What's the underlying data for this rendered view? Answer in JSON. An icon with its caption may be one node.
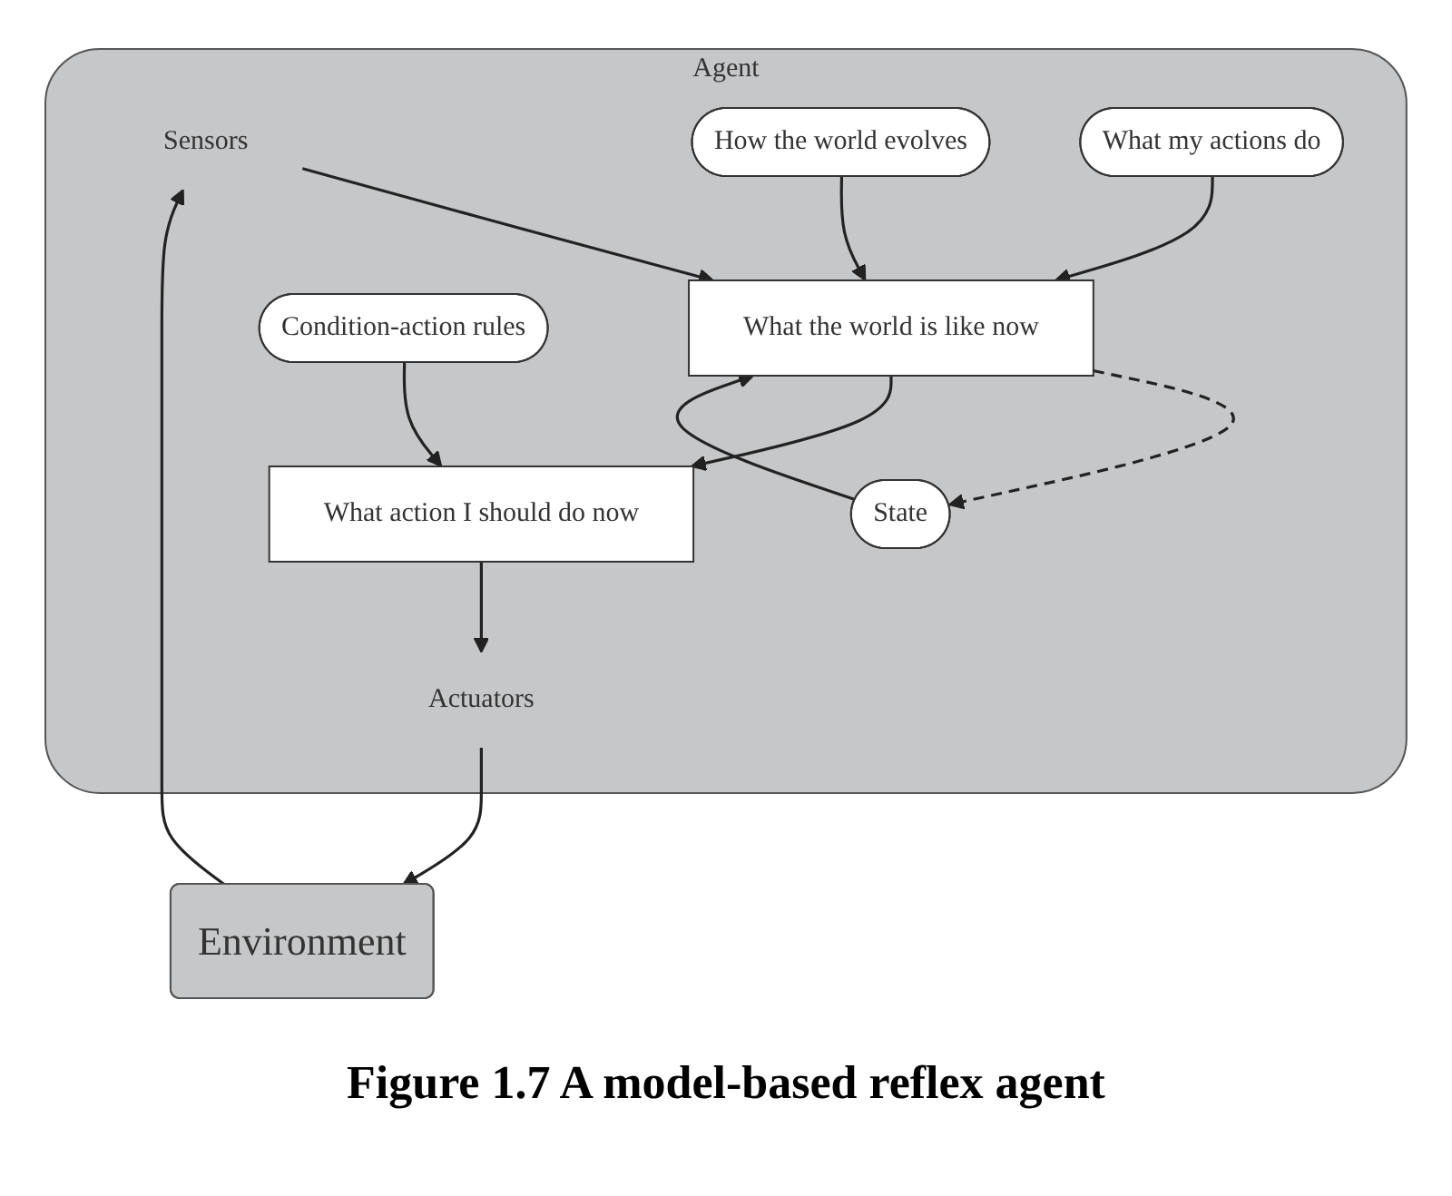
{
  "diagram": {
    "caption": "Figure 1.7 A model-based reflex agent",
    "nodes": [
      {
        "text": [
          "Agent"
        ]
      },
      {
        "text": [
          "Sensors"
        ],
        "in": 0
      },
      {
        "text": [
          "State"
        ],
        "in": 0
      },
      {
        "text": [
          "How the world evolves"
        ],
        "in": 0
      },
      {
        "text": [
          "What my actions do"
        ],
        "in": 0
      },
      {
        "text": [
          "What the world is like now"
        ],
        "in": 0
      },
      {
        "text": [
          "Condition-action rules"
        ],
        "in": 0
      },
      {
        "text": [
          "What action I should do now"
        ],
        "in": 0
      },
      {
        "text": [
          "Actuators"
        ],
        "in": 0
      },
      {
        "text": [
          "Environment"
        ]
      }
    ],
    "edges": [
      {
        "from": 9,
        "to": 1,
        "arrow": "to"
      },
      {
        "from": 1,
        "to": 5,
        "arrow": "to"
      },
      {
        "from": 2,
        "to": 5,
        "arrow": "to"
      },
      {
        "from": 3,
        "to": 5,
        "arrow": "to"
      },
      {
        "from": 4,
        "to": 5,
        "arrow": "to"
      },
      {
        "from": 5,
        "to": 2,
        "arrow": "to",
        "style": "dashed"
      },
      {
        "from": 5,
        "to": 7,
        "arrow": "to"
      },
      {
        "from": 6,
        "to": 7,
        "arrow": "to"
      },
      {
        "from": 7,
        "to": 8,
        "arrow": "to"
      },
      {
        "from": 8,
        "to": 9,
        "arrow": "to"
      }
    ]
  }
}
